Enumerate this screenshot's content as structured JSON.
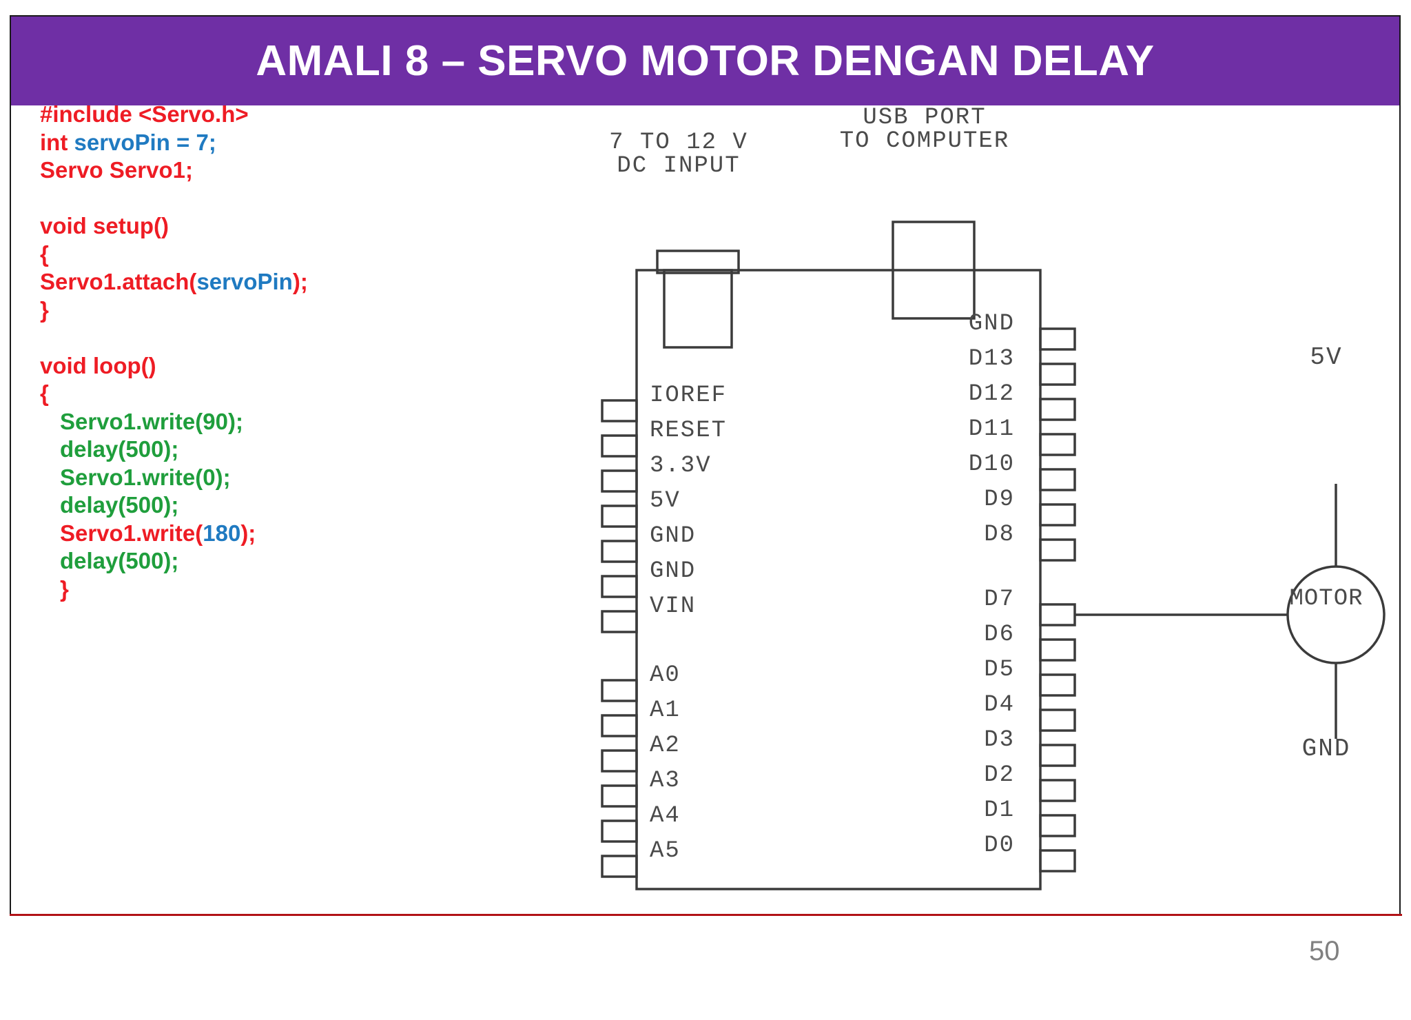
{
  "slide": {
    "title": "AMALI 8 – SERVO MOTOR DENGAN DELAY",
    "page_number": "50",
    "title_bar_color": "#6f2fa5",
    "bottom_rule_color": "#b11116"
  },
  "code": {
    "language": "arduino",
    "colors": {
      "red": "#ee1c24",
      "blue": "#1f7ac1",
      "green": "#1f9e3c"
    },
    "lines": [
      {
        "id": "l1",
        "indent": 0,
        "text": "#include <Servo.h>",
        "segments": [
          {
            "t": "#include <Servo.h>",
            "c": "red"
          }
        ]
      },
      {
        "id": "l2",
        "indent": 0,
        "text": "int servoPin = 7;",
        "segments": [
          {
            "t": "int ",
            "c": "red"
          },
          {
            "t": "servoPin = 7;",
            "c": "blue"
          }
        ]
      },
      {
        "id": "l3",
        "indent": 0,
        "text": "Servo Servo1;",
        "segments": [
          {
            "t": "Servo Servo1;",
            "c": "red"
          }
        ]
      },
      {
        "id": "l4",
        "indent": 0,
        "text": "",
        "segments": []
      },
      {
        "id": "l5",
        "indent": 0,
        "text": "void setup()",
        "segments": [
          {
            "t": "void setup()",
            "c": "red"
          }
        ]
      },
      {
        "id": "l6",
        "indent": 0,
        "text": "{",
        "segments": [
          {
            "t": "{",
            "c": "red"
          }
        ]
      },
      {
        "id": "l7",
        "indent": 0,
        "text": "Servo1.attach(servoPin);",
        "segments": [
          {
            "t": "Servo1.attach(",
            "c": "red"
          },
          {
            "t": "servoPin",
            "c": "blue"
          },
          {
            "t": ");",
            "c": "red"
          }
        ]
      },
      {
        "id": "l8",
        "indent": 0,
        "text": "}",
        "segments": [
          {
            "t": "}",
            "c": "red"
          }
        ]
      },
      {
        "id": "l9",
        "indent": 0,
        "text": "",
        "segments": []
      },
      {
        "id": "l10",
        "indent": 0,
        "text": "void loop()",
        "segments": [
          {
            "t": "void loop()",
            "c": "red"
          }
        ]
      },
      {
        "id": "l11",
        "indent": 0,
        "text": "{",
        "segments": [
          {
            "t": "{",
            "c": "red"
          }
        ]
      },
      {
        "id": "l12",
        "indent": 1,
        "text": "Servo1.write(90);",
        "segments": [
          {
            "t": "Servo1.write(90);",
            "c": "green"
          }
        ]
      },
      {
        "id": "l13",
        "indent": 1,
        "text": "delay(500);",
        "segments": [
          {
            "t": "delay(500);",
            "c": "green"
          }
        ]
      },
      {
        "id": "l14",
        "indent": 1,
        "text": "Servo1.write(0);",
        "segments": [
          {
            "t": "Servo1.write(0);",
            "c": "green"
          }
        ]
      },
      {
        "id": "l15",
        "indent": 1,
        "text": "delay(500);",
        "segments": [
          {
            "t": "delay(500);",
            "c": "green"
          }
        ]
      },
      {
        "id": "l16",
        "indent": 1,
        "text": "Servo1.write(180);",
        "segments": [
          {
            "t": "Servo1.write(",
            "c": "red"
          },
          {
            "t": "180",
            "c": "blue"
          },
          {
            "t": ");",
            "c": "red"
          }
        ]
      },
      {
        "id": "l17",
        "indent": 1,
        "text": "delay(500);",
        "segments": [
          {
            "t": "delay(500);",
            "c": "green"
          }
        ]
      },
      {
        "id": "l18",
        "indent": 1,
        "text": "}",
        "segments": [
          {
            "t": "}",
            "c": "red"
          }
        ]
      }
    ]
  },
  "diagram": {
    "board_name": "Arduino Uno board outline",
    "annotations": {
      "dc_input_line1": "7 TO 12 V",
      "dc_input_line2": "DC INPUT",
      "usb_line1": "USB PORT",
      "usb_line2": "TO COMPUTER"
    },
    "left_pins": [
      "IOREF",
      "RESET",
      "3.3V",
      "5V",
      "GND",
      "GND",
      "VIN"
    ],
    "analog_pins": [
      "A0",
      "A1",
      "A2",
      "A3",
      "A4",
      "A5"
    ],
    "right_pins_top": [
      "GND",
      "D13",
      "D12",
      "D11",
      "D10",
      "D9",
      "D8"
    ],
    "right_pins_bottom": [
      "D7",
      "D6",
      "D5",
      "D4",
      "D3",
      "D2",
      "D1",
      "D0"
    ],
    "motor": {
      "label": "MOTOR",
      "supply_label": "5V",
      "ground_label": "GND",
      "connected_pin": "D7"
    }
  }
}
